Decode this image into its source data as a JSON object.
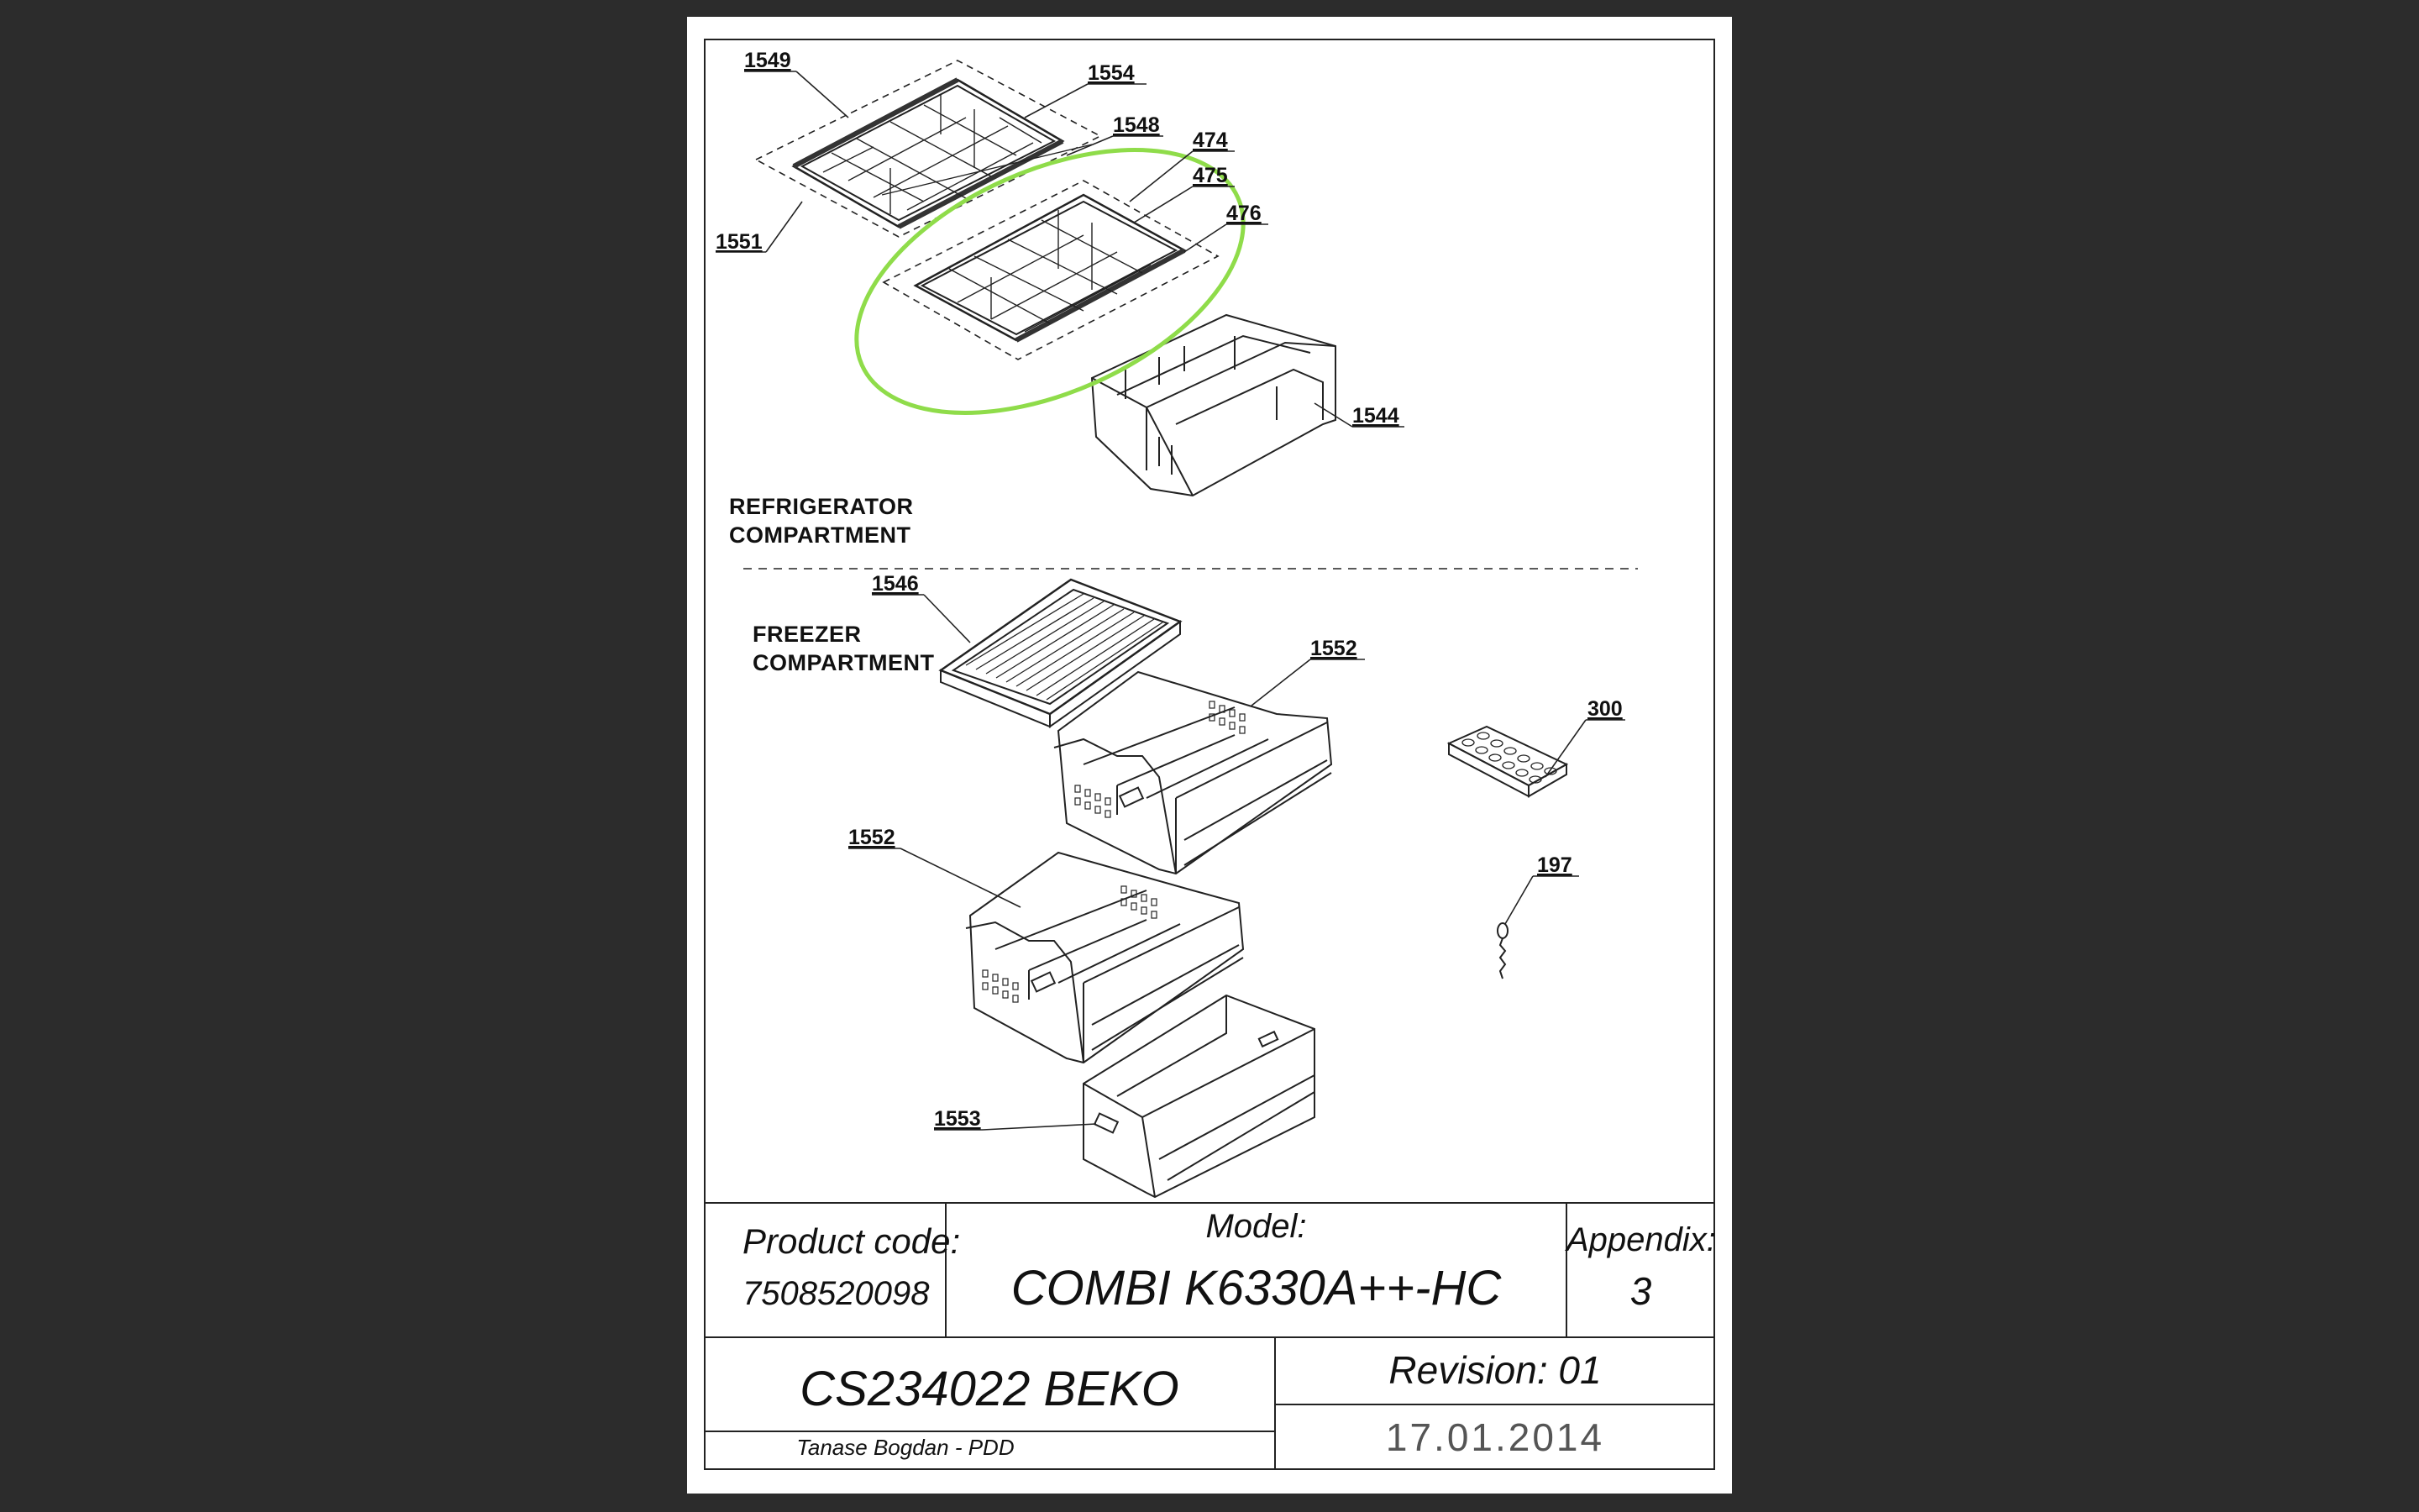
{
  "sections": {
    "refrigerator": [
      "REFRIGERATOR",
      "COMPARTMENT"
    ],
    "freezer": [
      "FREEZER",
      "COMPARTMENT"
    ]
  },
  "parts": {
    "p1549": "1549",
    "p1554": "1554",
    "p1548": "1548",
    "p474": "474",
    "p475": "475",
    "p476": "476",
    "p1551": "1551",
    "p1544": "1544",
    "p1546": "1546",
    "p1552_upper": "1552",
    "p1552_lower": "1552",
    "p300": "300",
    "p197": "197",
    "p1553": "1553"
  },
  "title_block": {
    "product_code_label": "Product code:",
    "product_code": "7508520098",
    "model_label": "Model:",
    "model": "COMBI K6330A++-HC",
    "appendix_label": "Appendix:",
    "appendix": "3",
    "document": "CS234022 BEKO",
    "author": "Tanase Bogdan - PDD",
    "revision": "Revision: 01",
    "date": "17.01.2014"
  },
  "colors": {
    "highlight": "#8fdc4a",
    "background": "#2c2c2c",
    "paper": "#ffffff",
    "ink": "#222222"
  }
}
